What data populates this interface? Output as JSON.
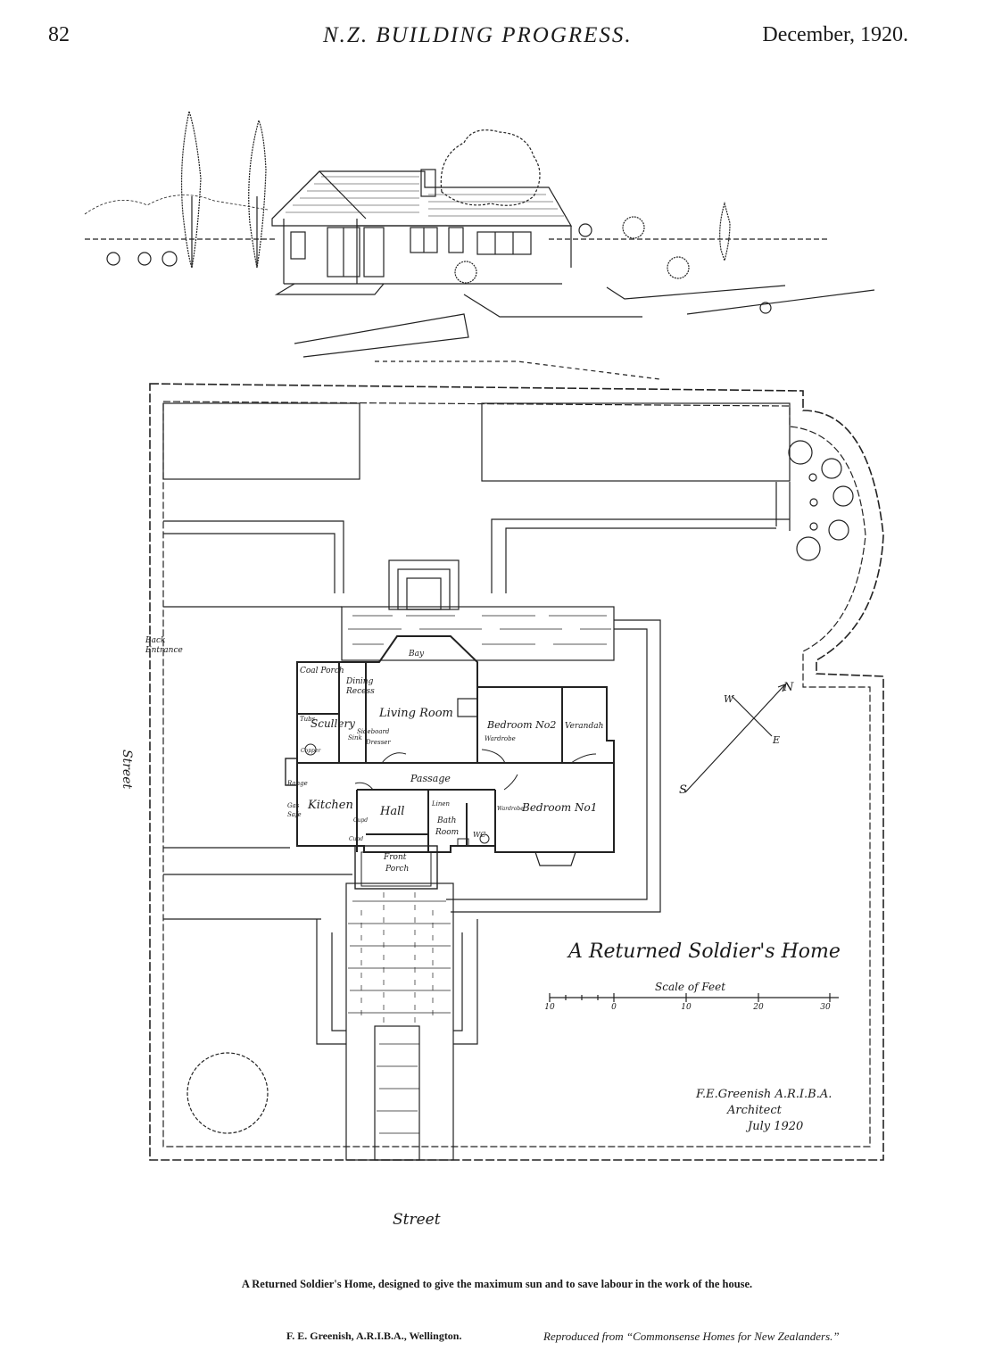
{
  "header": {
    "page_number": "82",
    "journal_title": "N.Z. BUILDING PROGRESS.",
    "date": "December, 1920."
  },
  "plan": {
    "title": "A Returned Soldier's Home",
    "scale_label": "Scale of Feet",
    "scale_ticks": [
      "10",
      "0",
      "10",
      "20",
      "30"
    ],
    "signature": [
      "F.E.Greenish A.R.I.B.A.",
      "Architect",
      "July 1920"
    ],
    "street_side": "Street",
    "street_bottom": "Street",
    "back_entrance": [
      "Back",
      "Entrance"
    ],
    "compass": {
      "N": "N",
      "S": "S",
      "E": "E",
      "W": "W"
    },
    "rooms": {
      "bay": "Bay",
      "coal_porch": "Coal Porch",
      "dining_recess": [
        "Dining",
        "Recess"
      ],
      "living_room": "Living Room",
      "bedroom_2": "Bedroom No2",
      "verandah": "Verandah",
      "scullery": "Scullery",
      "tubs": "Tubs",
      "sideboard": "Sideboard",
      "dresser": "Dresser",
      "sink": "Sink",
      "copper": "Copper",
      "wardrobe": "Wardrobe",
      "passage": "Passage",
      "range": "Range",
      "kitchen": "Kitchen",
      "safe": [
        "Gas",
        "Safe"
      ],
      "hall": "Hall",
      "linen": "Linen",
      "bath_room": [
        "Bath",
        "Room"
      ],
      "wc": "WC",
      "wardrobe_2": "Wardrobe",
      "bedroom_1": "Bedroom No1",
      "cupd_1": "Cupd",
      "cupd_2": "Cupd",
      "front_porch": [
        "Front",
        "Porch"
      ]
    }
  },
  "caption": "A Returned Soldier's Home, designed to give the maximum sun and to save labour in the work of the house.",
  "credit": "F. E. Greenish, A.R.I.B.A., Wellington.",
  "reproduced": "Reproduced from “Commonsense Homes for New Zealanders.”"
}
